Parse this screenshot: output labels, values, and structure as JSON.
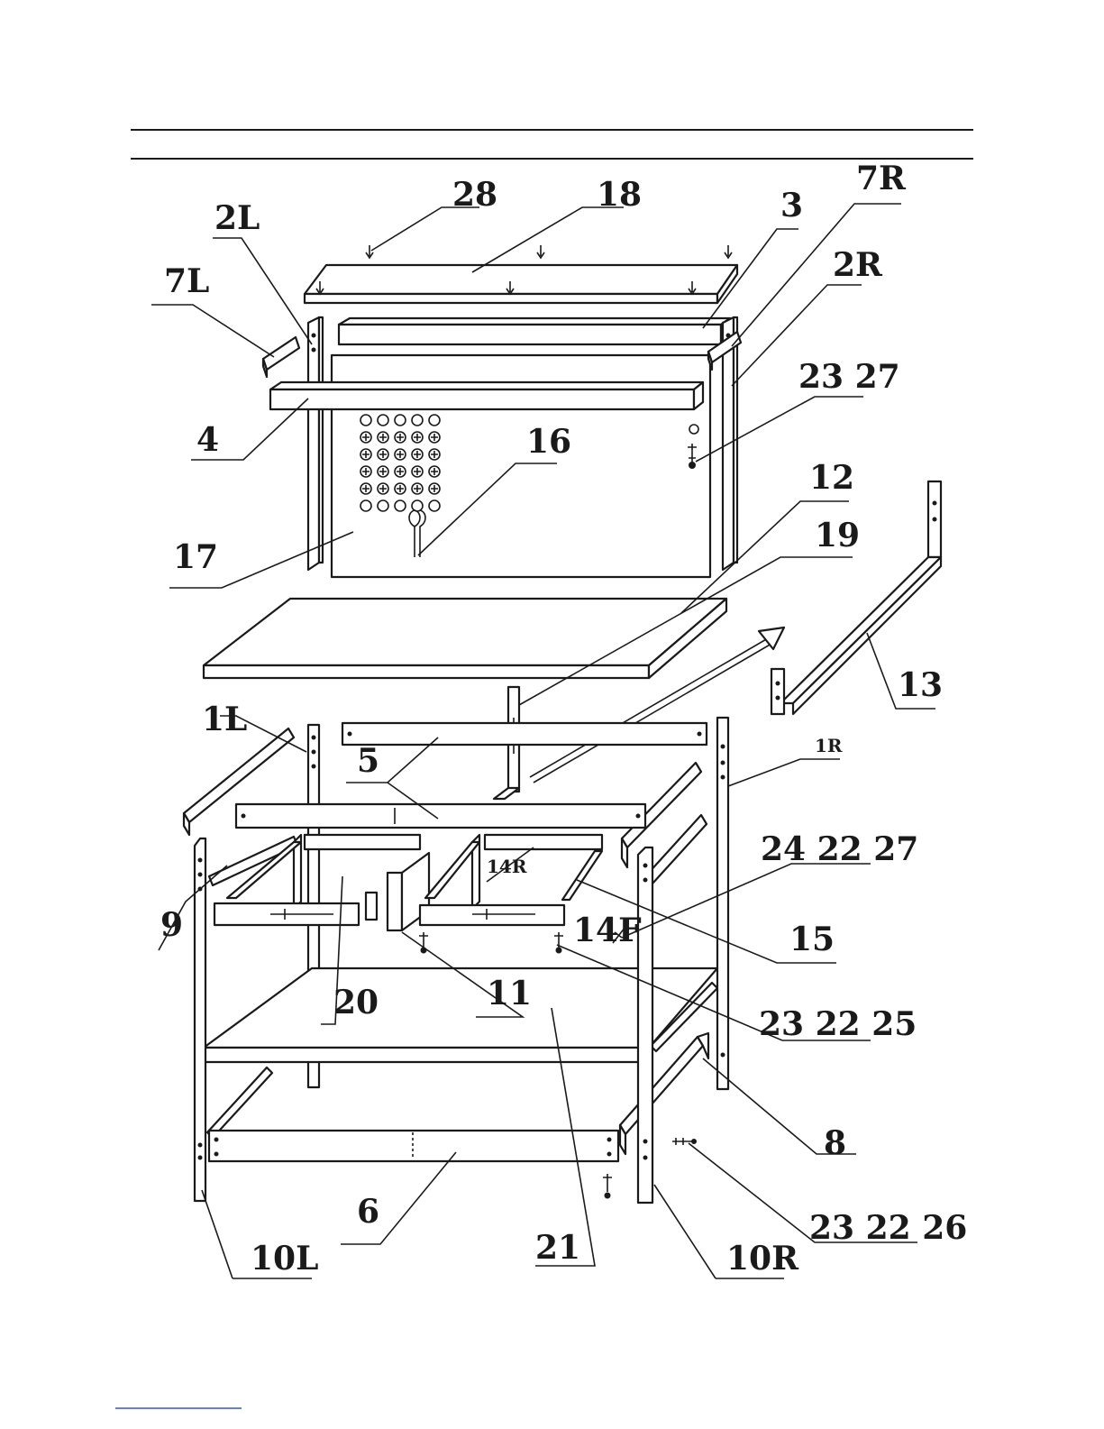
{
  "labels": {
    "l28": "28",
    "l18": "18",
    "l3": "3",
    "l7R": "7R",
    "l2L": "2L",
    "l2R": "2R",
    "l7L": "7L",
    "l23_27": "23 27",
    "l4": "4",
    "l16": "16",
    "l12": "12",
    "l19": "19",
    "l17": "17",
    "l13": "13",
    "l1L": "1L",
    "l1R": "1R",
    "l5": "5",
    "l24_22_27": "24 22 27",
    "l14R": "14R",
    "l9": "9",
    "l14F": "14F",
    "l15": "15",
    "l20": "20",
    "l11": "11",
    "l23_22_25": "23 22 25",
    "l8": "8",
    "l6": "6",
    "l23_22_26": "23 22 26",
    "l21": "21",
    "l10L": "10L",
    "l10R": "10R"
  }
}
